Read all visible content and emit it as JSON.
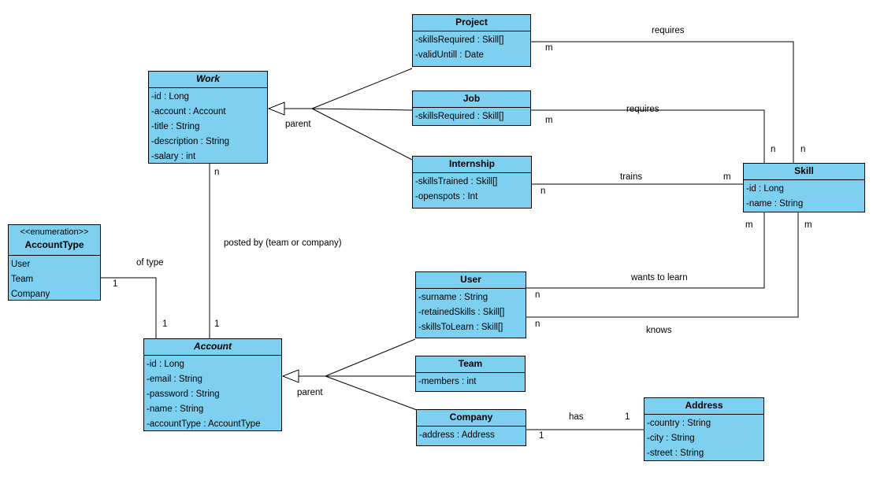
{
  "diagram": {
    "kind": "uml-class-diagram",
    "colors": {
      "node_fill": "#7ed0f0",
      "node_border": "#000000",
      "line": "#000000",
      "background": "#ffffff"
    }
  },
  "classes": [
    {
      "name": "Project",
      "abstract": false,
      "attributes": [
        "-skillsRequired : Skill[]",
        "-validUntill : Date"
      ]
    },
    {
      "name": "Work",
      "abstract": true,
      "attributes": [
        "-id : Long",
        "-account : Account",
        "-title : String",
        "-description : String",
        "-salary : int"
      ]
    },
    {
      "name": "Job",
      "abstract": false,
      "attributes": [
        "-skillsRequired : Skill[]"
      ]
    },
    {
      "name": "Internship",
      "abstract": false,
      "attributes": [
        "-skillsTrained : Skill[]",
        "-openspots : Int"
      ]
    },
    {
      "name": "Skill",
      "abstract": false,
      "attributes": [
        "-id : Long",
        "-name : String"
      ]
    },
    {
      "name": "AccountType",
      "stereotype": "<<enumeration>>",
      "literals": [
        "User",
        "Team",
        "Company"
      ]
    },
    {
      "name": "Account",
      "abstract": true,
      "attributes": [
        "-id : Long",
        "-email : String",
        "-password : String",
        "-name : String",
        "-accountType : AccountType"
      ]
    },
    {
      "name": "User",
      "abstract": false,
      "attributes": [
        "-surname : String",
        "-retainedSkills : Skill[]",
        "-skillsToLearn : Skill[]"
      ]
    },
    {
      "name": "Team",
      "abstract": false,
      "attributes": [
        "-members : int"
      ]
    },
    {
      "name": "Company",
      "abstract": false,
      "attributes": [
        "-address : Address"
      ]
    },
    {
      "name": "Address",
      "abstract": false,
      "attributes": [
        "-country : String",
        "-city : String",
        "-street : String"
      ]
    }
  ],
  "edges": {
    "project_requires": {
      "source": "Project",
      "target": "Skill",
      "label": "requires",
      "source_mult": "m",
      "target_mult": "n"
    },
    "job_requires": {
      "source": "Job",
      "target": "Skill",
      "label": "requires",
      "source_mult": "m",
      "target_mult": "n"
    },
    "internship_trains": {
      "source": "Internship",
      "target": "Skill",
      "label": "trains",
      "source_mult": "n",
      "target_mult": "m"
    },
    "user_wants": {
      "source": "User",
      "target": "Skill",
      "label": "wants to learn",
      "source_mult": "n",
      "target_mult": "m"
    },
    "user_knows": {
      "source": "User",
      "target": "Skill",
      "label": "knows",
      "source_mult": "n",
      "target_mult": "m"
    },
    "work_posted_by": {
      "source": "Work",
      "target": "Account",
      "label": "posted by (team or company)",
      "source_mult": "n",
      "target_mult": "1"
    },
    "account_of_type": {
      "source": "AccountType",
      "target": "Account",
      "label": "of type",
      "source_mult": "1",
      "target_mult": "1"
    },
    "company_has": {
      "source": "Company",
      "target": "Address",
      "label": "has",
      "source_mult": "1",
      "target_mult": "1"
    },
    "work_generalization": {
      "parent": "Work",
      "children": [
        "Project",
        "Job",
        "Internship"
      ],
      "label": "parent"
    },
    "account_generalization": {
      "parent": "Account",
      "children": [
        "User",
        "Team",
        "Company"
      ],
      "label": "parent"
    }
  }
}
